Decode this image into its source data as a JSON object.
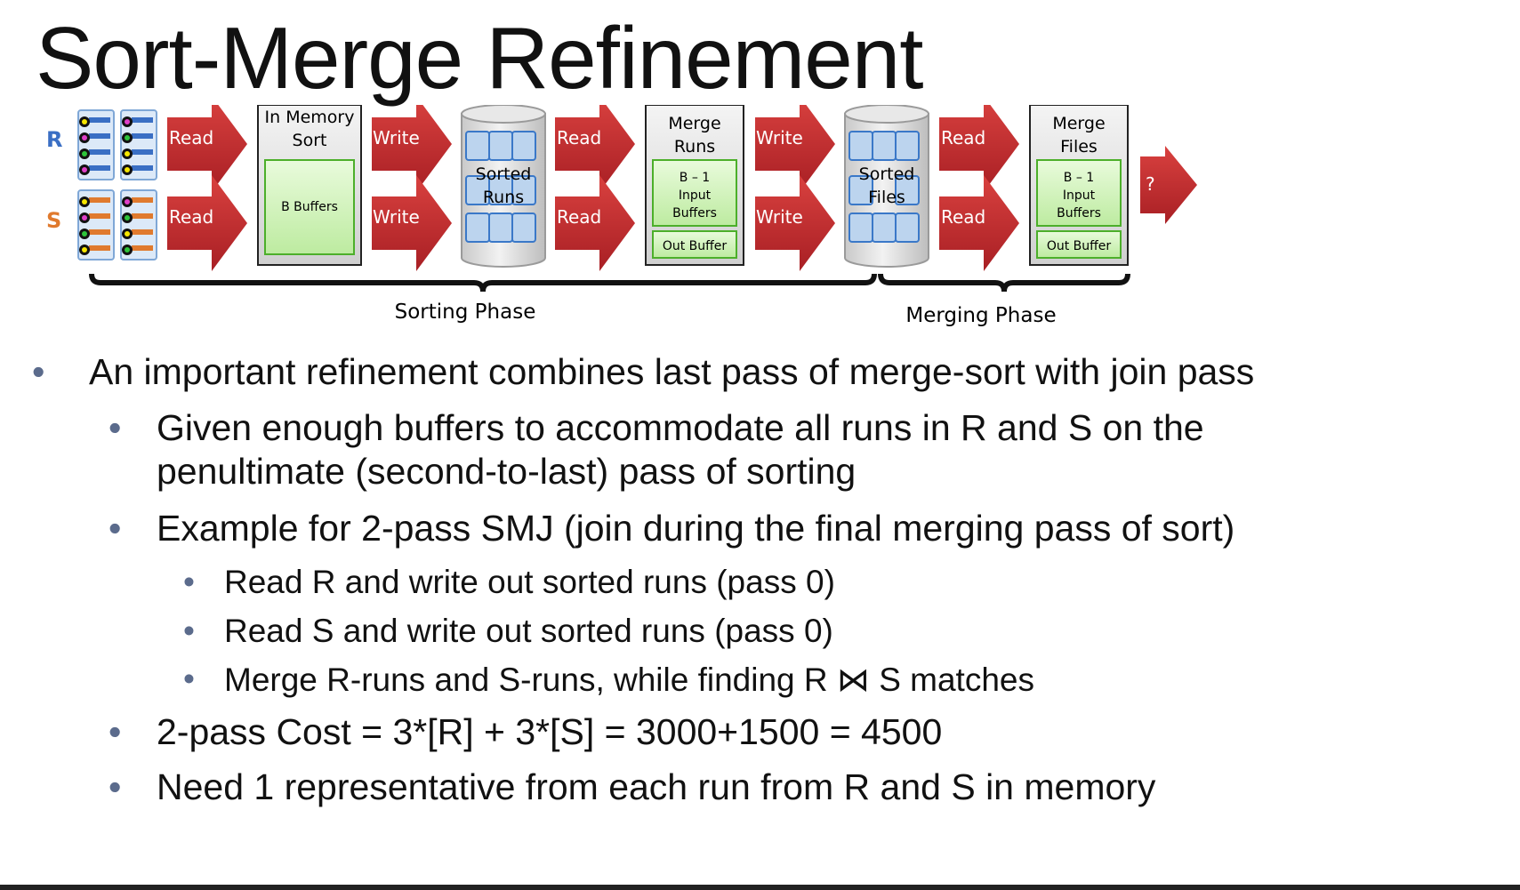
{
  "title": "Sort-Merge Refinement",
  "diagram": {
    "relation_r": "R",
    "relation_s": "S",
    "arrow_read": "Read",
    "arrow_write": "Write",
    "arrow_question": "?",
    "in_memory_sort": {
      "title_line1": "In Memory",
      "title_line2": "Sort",
      "inner": "B Buffers"
    },
    "sorted_runs": {
      "line1": "Sorted",
      "line2": "Runs"
    },
    "merge_runs": {
      "title_line1": "Merge",
      "title_line2": "Runs",
      "inner_line1": "B – 1",
      "inner_line2": "Input",
      "inner_line3": "Buffers",
      "out": "Out Buffer"
    },
    "sorted_files": {
      "line1": "Sorted",
      "line2": "Files"
    },
    "merge_files": {
      "title_line1": "Merge",
      "title_line2": "Files",
      "inner_line1": "B – 1",
      "inner_line2": "Input",
      "inner_line3": "Buffers",
      "out": "Out Buffer"
    },
    "sorting_phase": "Sorting Phase",
    "merging_phase": "Merging Phase",
    "colors": {
      "arrow": "#c0282d",
      "r_color": "#3a6fc4",
      "s_color": "#e07a2e",
      "buffer_fill": "#d6f5c2",
      "buffer_stroke": "#4caf2a",
      "page_fill": "#bcd4ee"
    }
  },
  "bullets": [
    {
      "level": 1,
      "text": "An important refinement combines last pass of merge-sort with join pass"
    },
    {
      "level": 2,
      "text": "Given enough buffers to accommodate all runs in R and S on the"
    },
    {
      "level": 2,
      "text": "penultimate (second-to-last) pass of sorting",
      "continuation": true
    },
    {
      "level": 2,
      "text": "Example for 2-pass SMJ (join during the final merging pass of sort)"
    },
    {
      "level": 3,
      "text": "Read R and write out sorted runs (pass 0)"
    },
    {
      "level": 3,
      "text": "Read S and write out sorted runs (pass 0)"
    },
    {
      "level": 3,
      "text": "Merge R-runs and S-runs, while finding R ⋈ S matches"
    },
    {
      "level": 2,
      "text": "2-pass Cost = 3*[R] + 3*[S] = 3000+1500 = 4500"
    },
    {
      "level": 2,
      "text": "Need 1 representative from each run from R and S in memory"
    }
  ]
}
